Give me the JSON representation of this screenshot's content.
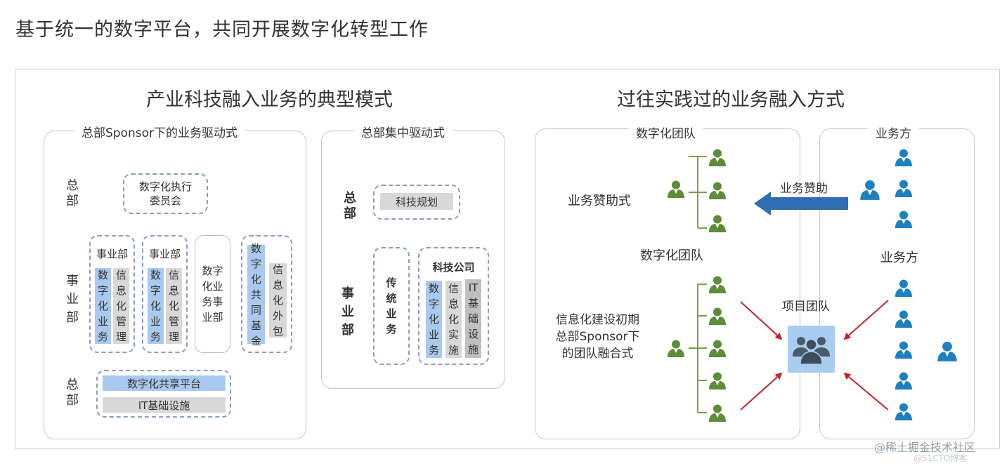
{
  "title": "基于统一的数字平台，共同开展数字化转型工作",
  "left_heading": "产业科技融入业务的典型模式",
  "right_heading": "过往实践过的业务融入方式",
  "panel1": {
    "title": "总部Sponsor下的业务驱动式",
    "hq_label": "总部",
    "committee": "数字化执行委员会",
    "bu_label": "事业部",
    "bu1_title": "事业部",
    "bu1_blue": "数字化业务",
    "bu1_gray": "信息化管理",
    "bu2_title": "事业部",
    "bu2_blue": "数字化业务",
    "bu2_gray": "信息化管理",
    "box3": "数字化业务事业部",
    "box4_blue": "数字化共同基金",
    "box4_gray": "信息化外包",
    "hq2_label": "总部",
    "platform": "数字化共享平台",
    "infra": "IT基础设施"
  },
  "panel2": {
    "title": "总部集中驱动式",
    "hq_label": "总部",
    "tech_plan": "科技规划",
    "bu_label": "事业部",
    "traditional": "传统业务",
    "tech_company": "科技公司",
    "col1": "数字化业务",
    "col2": "信息化实施",
    "col3": "IT基础设施"
  },
  "panel3": {
    "title": "数字化团队",
    "sponsor_mode": "业务赞助式",
    "team2_label": "数字化团队",
    "integration_mode": "信息化建设初期总部Sponsor下的团队融合式",
    "project_team": "项目团队"
  },
  "panel4": {
    "title": "业务方",
    "arrow_label": "业务赞助",
    "label2": "业务方"
  },
  "watermark": "@稀土掘金技术社区",
  "watermark_sub": "@51CTO博客",
  "colors": {
    "person": "#5a8a3a",
    "person_blue": "#1f7fbd",
    "arrow_blue": "#2f6db3",
    "arrow_red": "#c0262a",
    "team_box": "#a9cdf0",
    "bracket": "#6f9a3c"
  },
  "icons": [
    "person-icon",
    "team-icon",
    "arrow-icon"
  ]
}
